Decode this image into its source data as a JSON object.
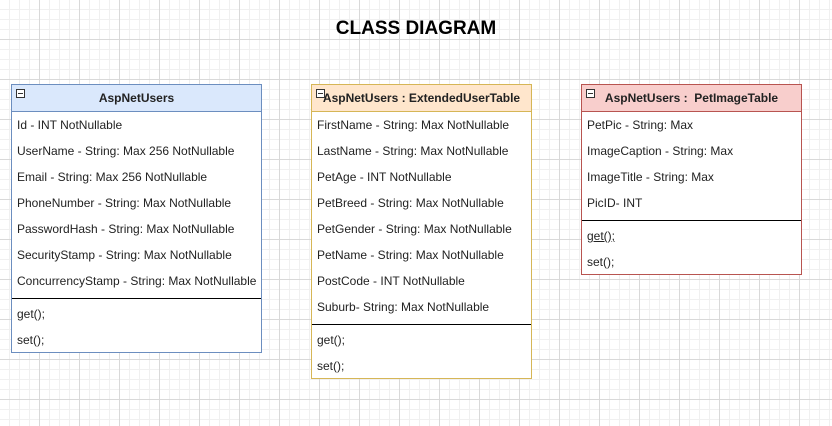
{
  "title": "CLASS DIAGRAM",
  "classes": [
    {
      "name": "AspNetUsers",
      "fields": [
        "Id - INT NotNullable",
        "UserName - String: Max 256 NotNullable",
        "Email - String: Max 256 NotNullable",
        "PhoneNumber - String: Max NotNullable",
        "PasswordHash - String: Max NotNullable",
        "SecurityStamp - String: Max NotNullable",
        "ConcurrencyStamp - String: Max NotNullable"
      ],
      "methods": [
        "get();",
        "set();"
      ]
    },
    {
      "name": "AspNetUsers : ExtendedUserTable",
      "fields": [
        "FirstName - String: Max NotNullable",
        "LastName - String: Max NotNullable",
        "PetAge - INT NotNullable",
        "PetBreed - String: Max NotNullable",
        "PetGender - String: Max NotNullable",
        "PetName - String: Max NotNullable",
        "PostCode - INT NotNullable",
        "Suburb- String: Max NotNullable"
      ],
      "methods": [
        "get();",
        "set();"
      ]
    },
    {
      "name": "AspNetUsers :  PetImageTable",
      "fields": [
        "PetPic - String: Max",
        "ImageCaption - String: Max",
        "ImageTitle - String: Max",
        "PicID- INT"
      ],
      "methods": [
        "get();",
        "set();"
      ]
    }
  ]
}
